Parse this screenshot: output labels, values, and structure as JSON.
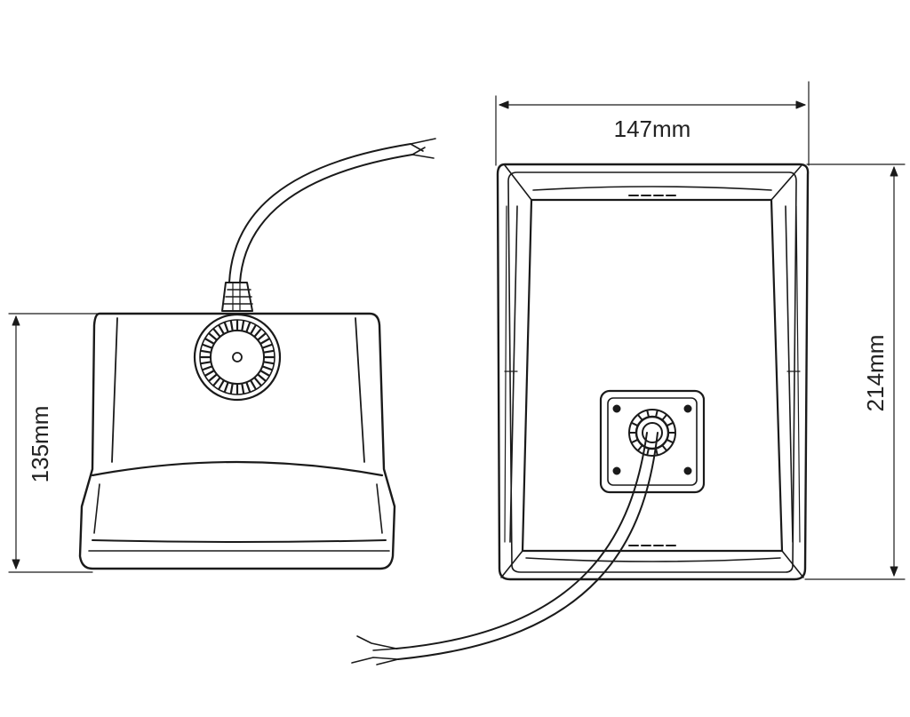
{
  "dimensions": {
    "width_label": "147mm",
    "height_label": "214mm",
    "depth_label": "135mm"
  },
  "colors": {
    "line": "#1a1a1a",
    "background": "#ffffff"
  }
}
